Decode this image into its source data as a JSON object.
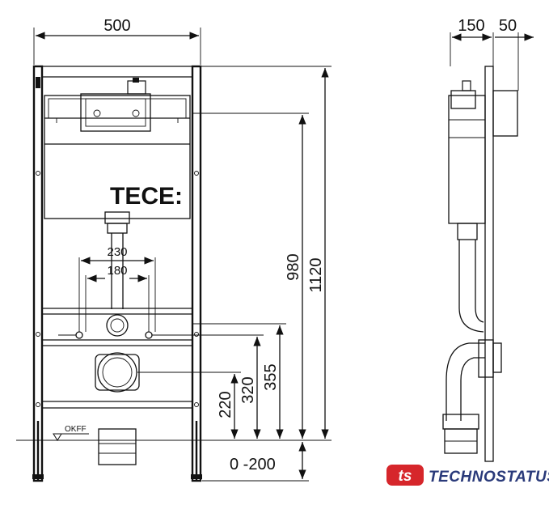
{
  "front_view": {
    "logo_text": "TECE:",
    "floor_label": "OKFF",
    "dimensions": {
      "width": "500",
      "total_height": "1120",
      "flush_height": "980",
      "drain_height_a": "355",
      "drain_height_b": "320",
      "drain_height_c": "220",
      "bolt_spacing_outer": "230",
      "bolt_spacing_inner": "180",
      "foot_adjust": "0 -200"
    }
  },
  "side_view": {
    "dimensions": {
      "depth": "150",
      "panel_depth": "50"
    }
  },
  "watermark": {
    "brand_name": "TECHNOSTATUS",
    "color": "#d6262b",
    "text_color": "#2a3a7a"
  }
}
